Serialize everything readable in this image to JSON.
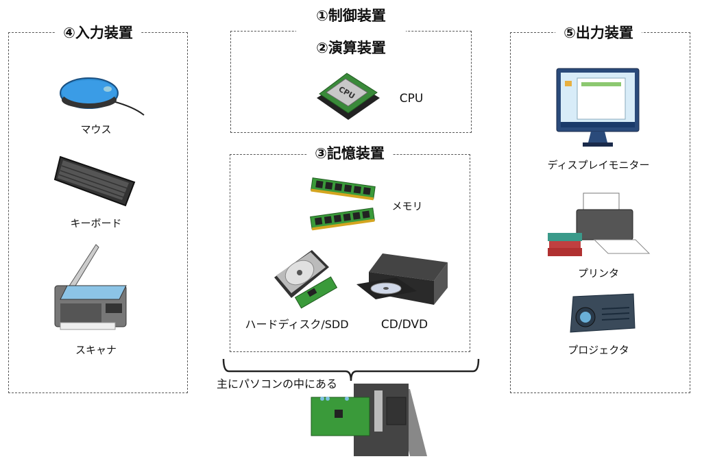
{
  "sections": {
    "control": "①制御装置",
    "arithmetic": "②演算装置",
    "storage": "③記憶装置",
    "input": "④入力装置",
    "output": "⑤出力装置"
  },
  "input_devices": [
    "マウス",
    "キーボード",
    "スキャナ"
  ],
  "cpu_label": "CPU",
  "storage_devices": {
    "memory": "メモリ",
    "disk": "ハードディスク/SDD",
    "optical": "CD/DVD"
  },
  "output_devices": [
    "ディスプレイモニター",
    "プリンタ",
    "プロジェクタ"
  ],
  "pc_note": "主にパソコンの中にある",
  "colors": {
    "border": "#555555",
    "board_green": "#3a9a3a",
    "mouse_blue": "#2f8fd6"
  }
}
